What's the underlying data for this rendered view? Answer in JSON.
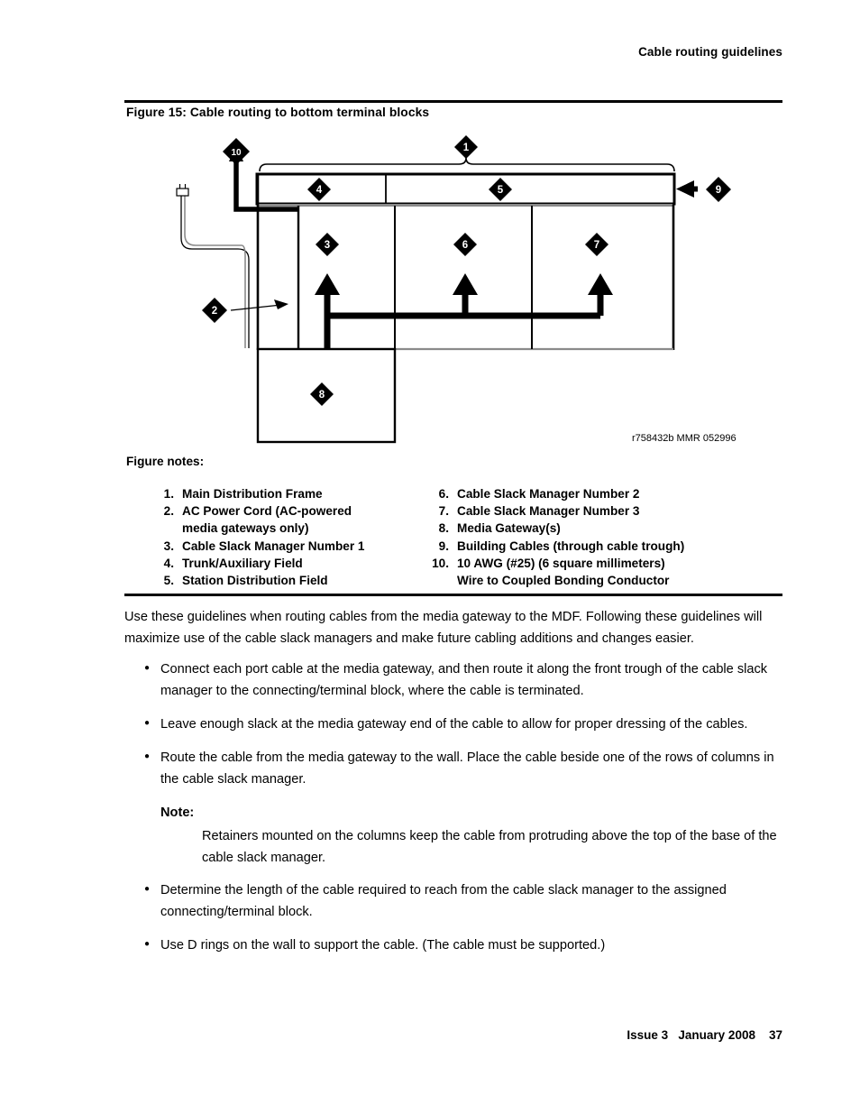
{
  "running_head": "Cable routing guidelines",
  "figure": {
    "caption": "Figure 15: Cable routing to bottom terminal blocks",
    "art_code": "r758432b MMR 052996",
    "callouts": [
      {
        "id": "1",
        "label": "1"
      },
      {
        "id": "2",
        "label": "2"
      },
      {
        "id": "3",
        "label": "3"
      },
      {
        "id": "4",
        "label": "4"
      },
      {
        "id": "5",
        "label": "5"
      },
      {
        "id": "6",
        "label": "6"
      },
      {
        "id": "7",
        "label": "7"
      },
      {
        "id": "8",
        "label": "8"
      },
      {
        "id": "9",
        "label": "9"
      },
      {
        "id": "10",
        "label": "10"
      }
    ]
  },
  "figure_notes": {
    "title": "Figure notes:",
    "left": [
      {
        "num": "1.",
        "text": "Main Distribution Frame",
        "cont": ""
      },
      {
        "num": "2.",
        "text": "AC Power Cord (AC-powered",
        "cont": "media gateways only)"
      },
      {
        "num": "3.",
        "text": "Cable Slack Manager Number 1",
        "cont": ""
      },
      {
        "num": "4.",
        "text": "Trunk/Auxiliary Field",
        "cont": ""
      },
      {
        "num": "5.",
        "text": "Station Distribution Field",
        "cont": ""
      }
    ],
    "right": [
      {
        "num": "6.",
        "text": "Cable Slack Manager Number 2",
        "cont": ""
      },
      {
        "num": "7.",
        "text": "Cable Slack Manager Number 3",
        "cont": ""
      },
      {
        "num": "8.",
        "text": "Media Gateway(s)",
        "cont": ""
      },
      {
        "num": "9.",
        "text": "Building Cables (through cable trough)",
        "cont": ""
      },
      {
        "num": "10.",
        "text": "10 AWG (#25) (6 square millimeters)",
        "cont": "Wire to Coupled Bonding Conductor"
      }
    ]
  },
  "body": {
    "intro": "Use these guidelines when routing cables from the media gateway to the MDF. Following these guidelines will maximize use of the cable slack managers and make future cabling additions and changes easier.",
    "bullet1": "Connect each port cable at the media gateway, and then route it along the front trough of the cable slack manager to the connecting/terminal block, where the cable is terminated.",
    "bullet2": "Leave enough slack at the media gateway end of the cable to allow for proper dressing of the cables.",
    "bullet3": "Route the cable from the media gateway to the wall. Place the cable beside one of the rows of columns in the cable slack manager.",
    "note_label": "Note:",
    "note_text": "Retainers mounted on the columns keep the cable from protruding above the top of the base of the cable slack manager.",
    "bullet4": "Determine the length of the cable required to reach from the cable slack manager to the assigned connecting/terminal block.",
    "bullet5": "Use D rings on the wall to support the cable. (The cable must be supported.)"
  },
  "footer": {
    "text": "Issue 3   January 2008    37"
  }
}
